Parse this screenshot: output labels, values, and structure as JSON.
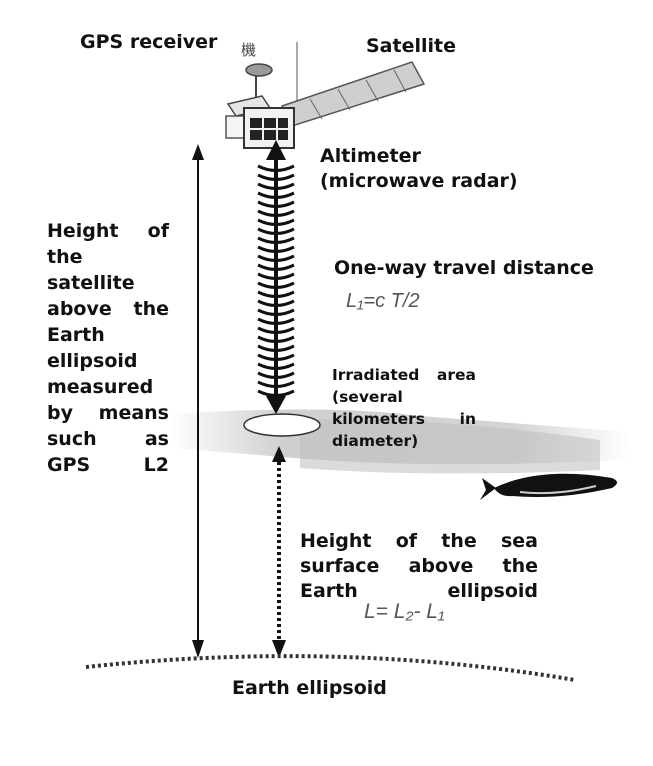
{
  "labels": {
    "gps_receiver": "GPS receiver",
    "satellite": "Satellite",
    "altimeter": "Altimeter",
    "altimeter_sub": "(microwave radar)",
    "satellite_height": "Height of the satellite above the Earth ellipsoid measured by means such as GPS L2",
    "one_way": "One-way travel distance",
    "irradiated": "Irradiated area (several kilometers in diameter)",
    "sea_height": "Height of the sea surface above the Earth ellipsoid",
    "earth_ellipsoid": "Earth ellipsoid",
    "antenna_char": "機"
  },
  "formulas": {
    "one_way": "L₁=c T/2",
    "sea_height": "L= L₂- L₁"
  }
}
